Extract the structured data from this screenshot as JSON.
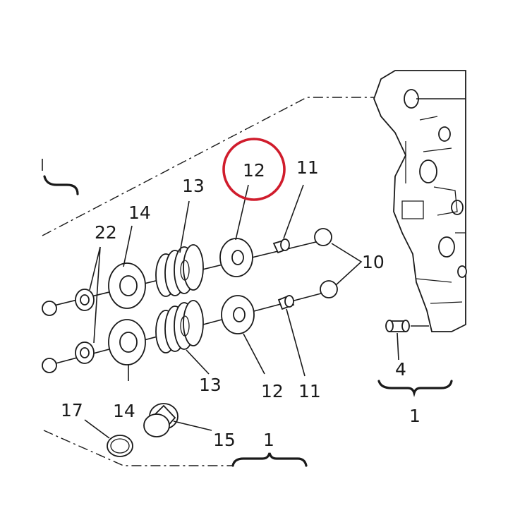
{
  "diagram": {
    "labels": {
      "l1a": "1",
      "l1b": "1",
      "l4": "4",
      "l10": "10",
      "l11a": "11",
      "l11b": "11",
      "l12a": "12",
      "l12b": "12",
      "l13a": "13",
      "l13b": "13",
      "l14a": "14",
      "l14b": "14",
      "l15": "15",
      "l17": "17",
      "l22": "22"
    },
    "highlight": {
      "target": "12",
      "color": "#d01c2c"
    },
    "colors": {
      "ink": "#1a1a1a",
      "background": "#ffffff"
    }
  }
}
